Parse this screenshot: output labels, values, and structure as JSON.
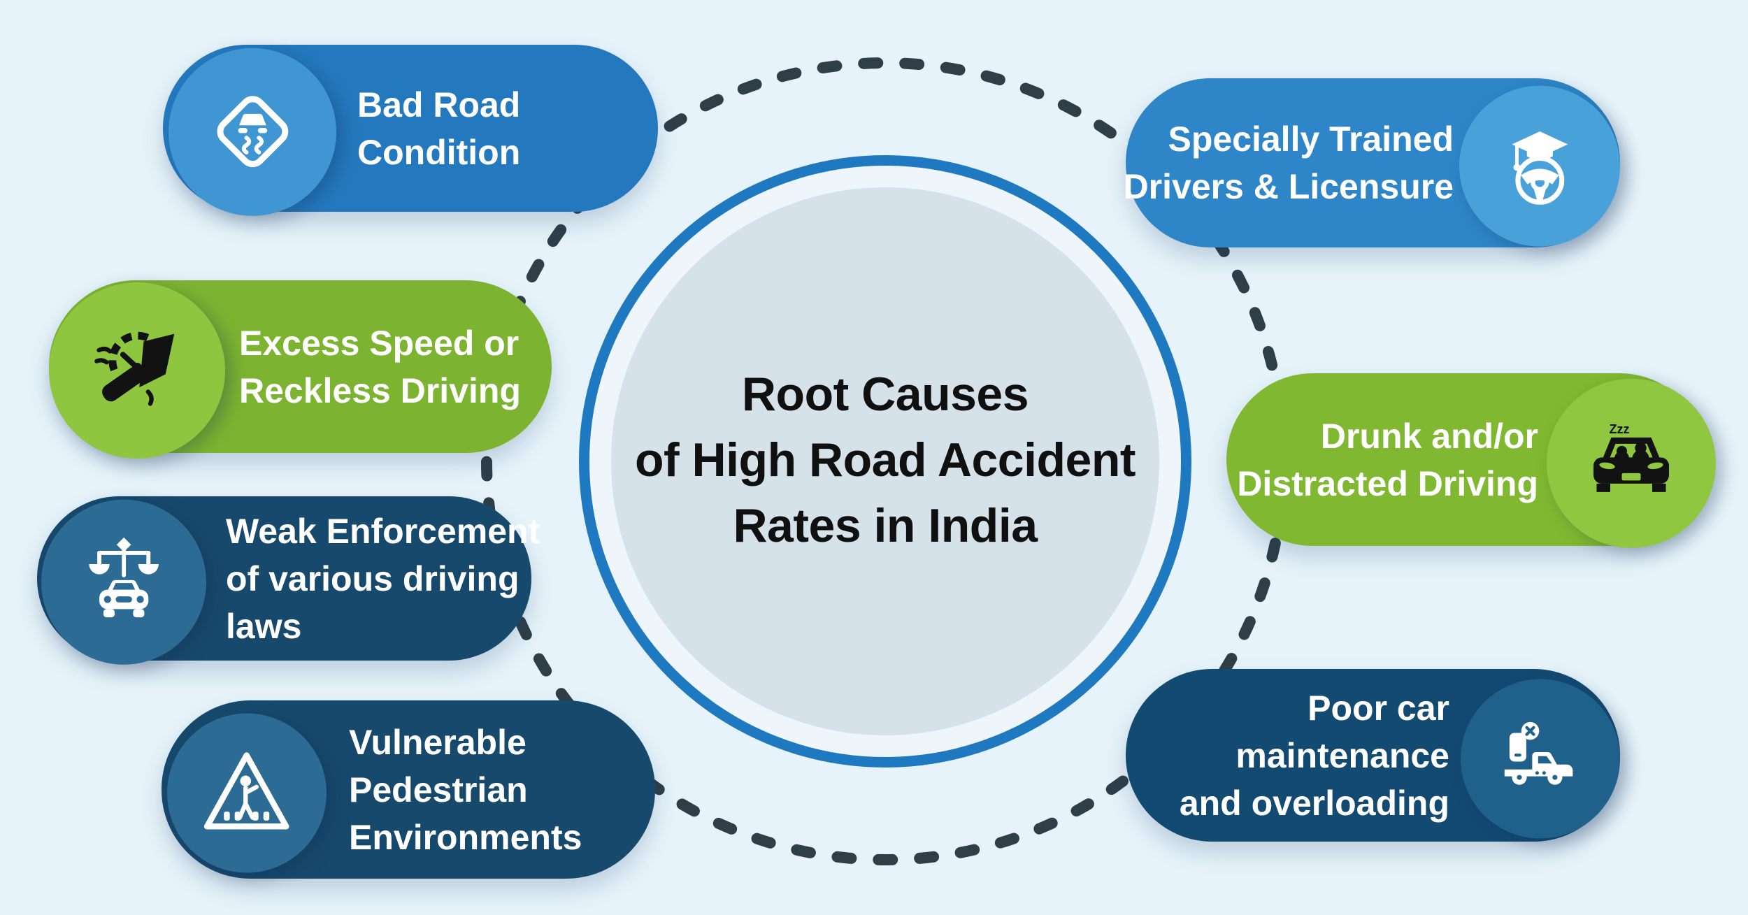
{
  "title": {
    "lines": [
      "Root Causes",
      "of High Road Accident",
      "Rates in India"
    ]
  },
  "causes": [
    {
      "id": "bad-road-condition",
      "lines": [
        "Bad Road",
        "Condition"
      ],
      "icon": "slippery-road-sign-icon",
      "style": "blue",
      "side": "left"
    },
    {
      "id": "excess-speed-reckless-driving",
      "lines": [
        "Excess Speed or",
        "Reckless Driving"
      ],
      "icon": "speeding-pedal-icon",
      "style": "green",
      "side": "left"
    },
    {
      "id": "weak-enforcement",
      "lines": [
        "Weak Enforcement",
        "of various driving",
        "laws"
      ],
      "icon": "justice-scales-car-icon",
      "style": "navy",
      "side": "left"
    },
    {
      "id": "vulnerable-pedestrian-environments",
      "lines": [
        "Vulnerable",
        "Pedestrian",
        "Environments"
      ],
      "icon": "pedestrian-crossing-icon",
      "style": "navy",
      "side": "left"
    },
    {
      "id": "specially-trained-drivers",
      "lines": [
        "Specially Trained",
        "Drivers & Licensure"
      ],
      "icon": "graduate-steering-wheel-icon",
      "style": "blue",
      "side": "right"
    },
    {
      "id": "drunk-distracted-driving",
      "lines": [
        "Drunk and/or",
        "Distracted Driving"
      ],
      "zzz": "Zzz",
      "icon": "drowsy-car-icon",
      "style": "green",
      "side": "right"
    },
    {
      "id": "poor-car-maintenance-overloading",
      "lines": [
        "Poor car",
        "maintenance",
        "and overloading"
      ],
      "icon": "truck-phone-warning-icon",
      "style": "navy",
      "side": "right"
    }
  ],
  "colors": {
    "background": "#e6f3fa",
    "dash_ring": "#2f3e47",
    "center_ring": "#1e79c1",
    "center_ring_gap": "#eef6fb",
    "center_fill": "#d5e2e9",
    "title_ink": "#101010",
    "pill_text": "#ffffff",
    "blue_body": "#2479be",
    "blue_circle": "#3f96d2",
    "blue2_body": "#2e86c8",
    "blue2_circle": "#49a1d9",
    "green_body": "#7cb431",
    "green_circle": "#8ec640",
    "green2_body": "#80b931",
    "green2_circle": "#90c741",
    "navy_body": "#17496d",
    "navy_circle": "#2c6b93",
    "navy2_body": "#134a72",
    "navy2_circle": "#20618c",
    "icon_ink": "#121212"
  }
}
